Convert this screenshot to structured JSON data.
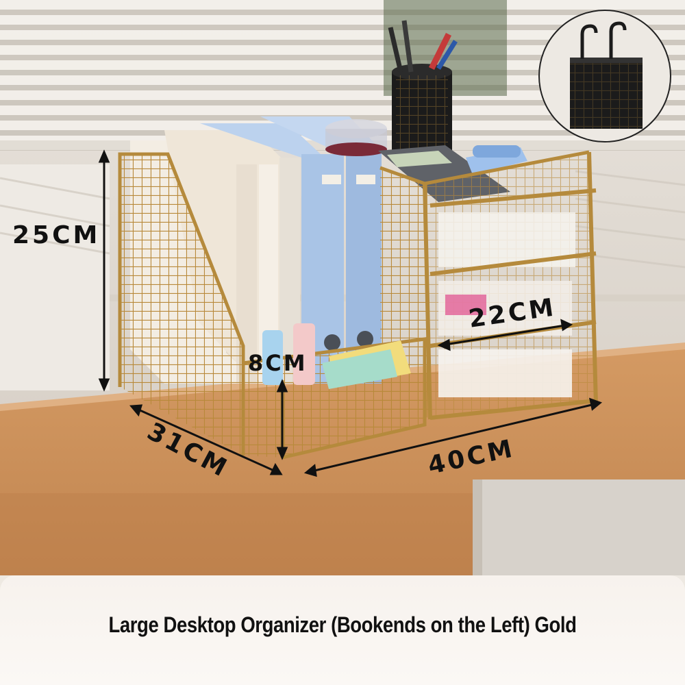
{
  "product": {
    "caption": "Large Desktop Organizer (Bookends on the Left) Gold",
    "finish_color": "#b58a3c",
    "inset_icon": "mesh-pen-holder-icon"
  },
  "dimensions": {
    "height": "25CM",
    "front_height": "8CM",
    "shelf_width": "22CM",
    "depth": "31CM",
    "width": "40CM"
  },
  "colors": {
    "gold": "#b58a3c",
    "desk": "#c98f58",
    "mesh_black": "#1b1b1b",
    "binder_blue": "#a9c4e6"
  }
}
